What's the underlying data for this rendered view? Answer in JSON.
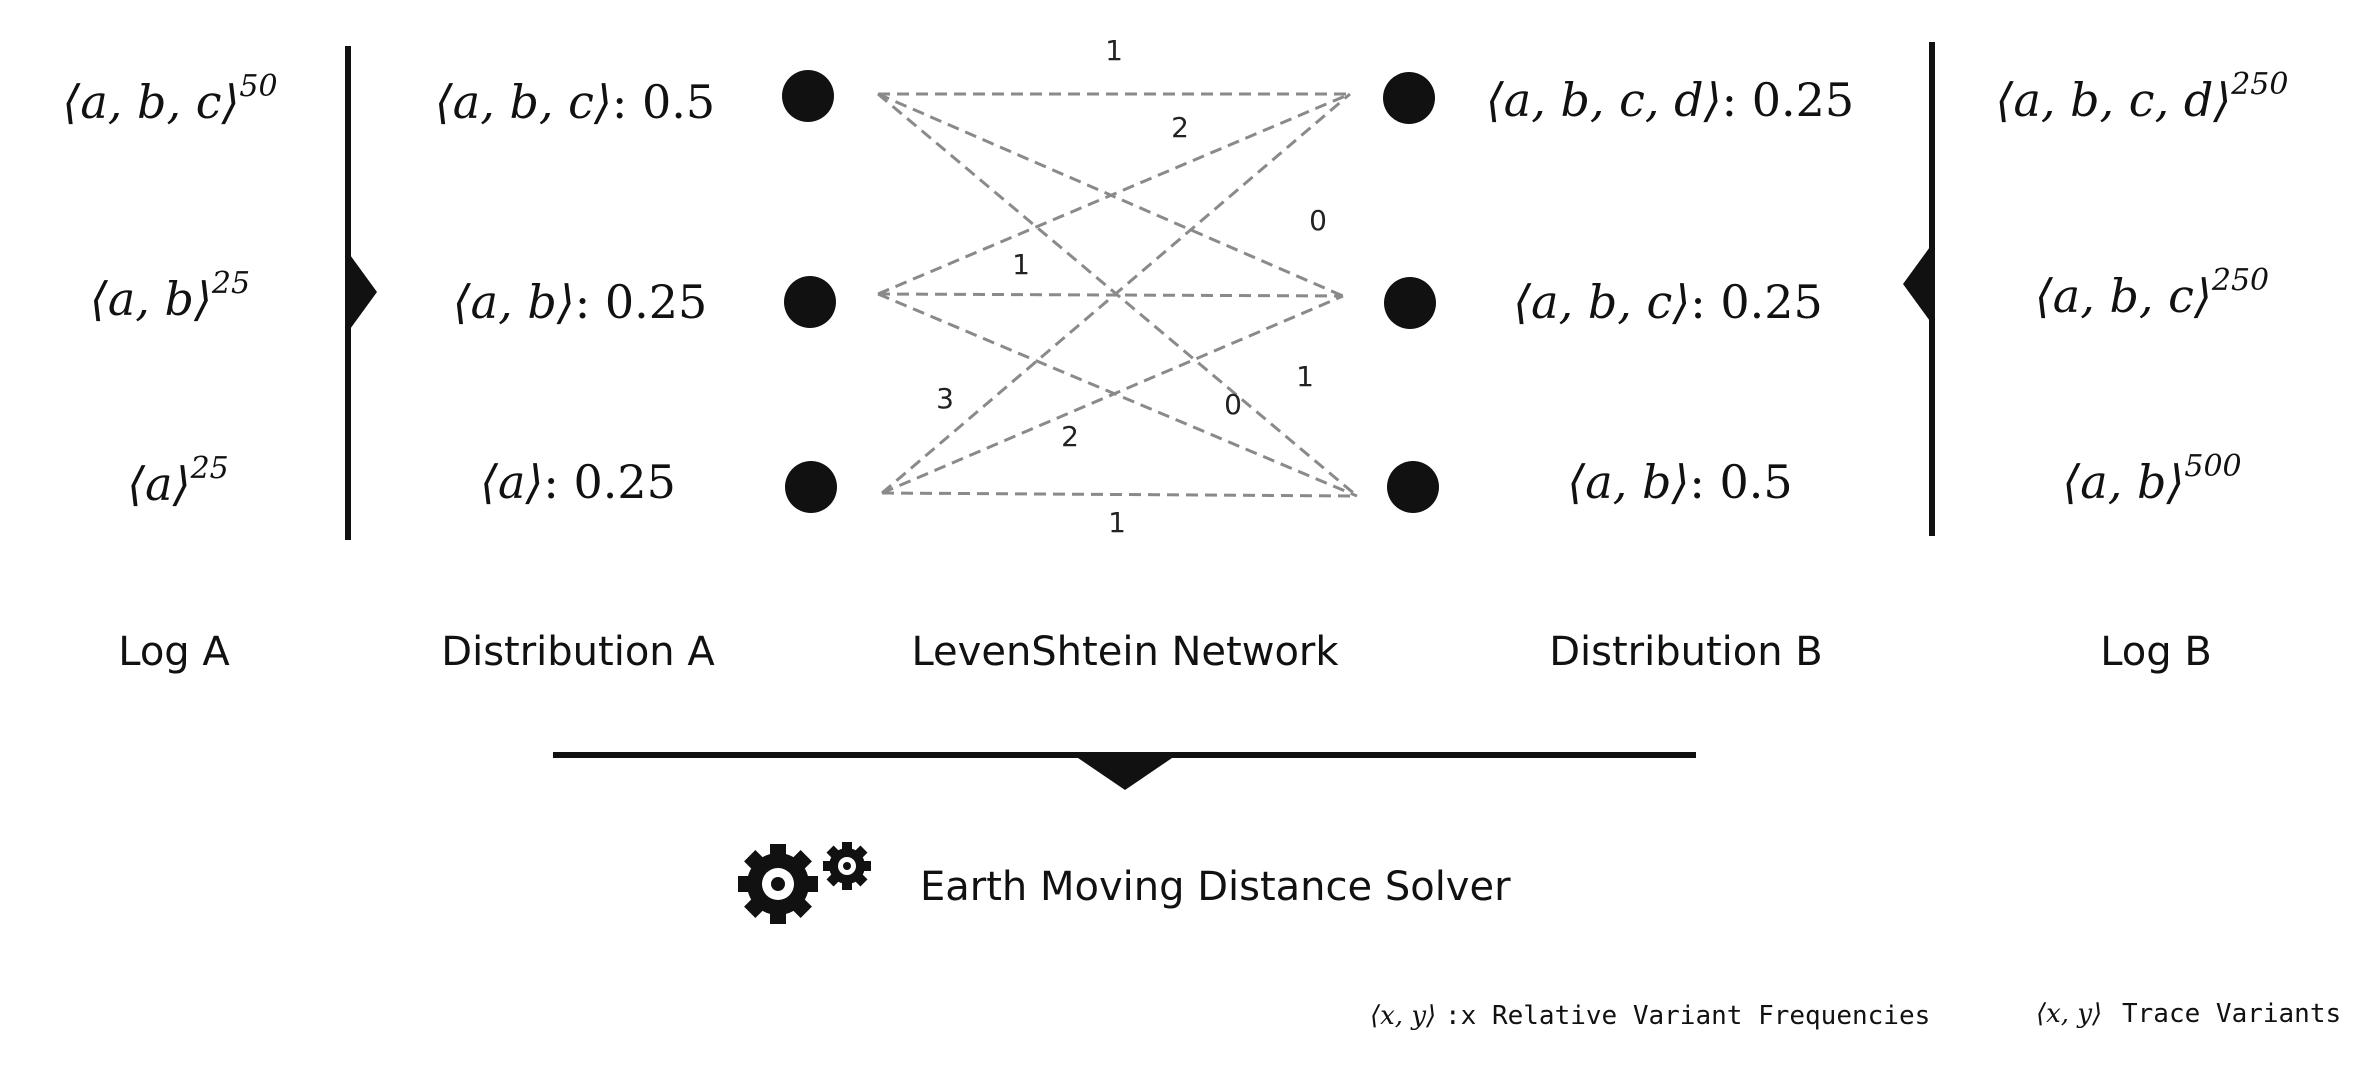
{
  "log_a": {
    "caption": "Log A",
    "variants": [
      {
        "trace": "⟨a, b, c⟩",
        "count": "50"
      },
      {
        "trace": "⟨a, b⟩",
        "count": "25"
      },
      {
        "trace": "⟨a⟩",
        "count": "25"
      }
    ]
  },
  "distribution_a": {
    "caption": "Distribution A",
    "entries": [
      {
        "trace": "⟨a, b, c⟩",
        "freq": ": 0.5"
      },
      {
        "trace": "⟨a, b⟩",
        "freq": ": 0.25"
      },
      {
        "trace": "⟨a⟩",
        "freq": ": 0.25"
      }
    ]
  },
  "network": {
    "caption": "LevenShtein Network",
    "edges": [
      {
        "from": 0,
        "to": 0,
        "label": "1"
      },
      {
        "from": 0,
        "to": 1,
        "label": "0"
      },
      {
        "from": 0,
        "to": 2,
        "label": "1"
      },
      {
        "from": 1,
        "to": 0,
        "label": "2"
      },
      {
        "from": 1,
        "to": 1,
        "label": "1"
      },
      {
        "from": 1,
        "to": 2,
        "label": "0"
      },
      {
        "from": 2,
        "to": 0,
        "label": "3"
      },
      {
        "from": 2,
        "to": 1,
        "label": "2"
      },
      {
        "from": 2,
        "to": 2,
        "label": "1"
      }
    ]
  },
  "distribution_b": {
    "caption": "Distribution B",
    "entries": [
      {
        "trace": "⟨a, b, c, d⟩",
        "freq": ": 0.25"
      },
      {
        "trace": "⟨a, b, c⟩",
        "freq": ": 0.25"
      },
      {
        "trace": "⟨a, b⟩",
        "freq": ": 0.5"
      }
    ]
  },
  "log_b": {
    "caption": "Log B",
    "variants": [
      {
        "trace": "⟨a, b, c, d⟩",
        "count": "250"
      },
      {
        "trace": "⟨a, b, c⟩",
        "count": "250"
      },
      {
        "trace": "⟨a, b⟩",
        "count": "500"
      }
    ]
  },
  "solver": {
    "label": "Earth Moving Distance Solver",
    "icon": "gears-icon"
  },
  "legend": {
    "relative_symbol": "⟨x, y⟩",
    "relative_text": ":x Relative Variant Frequencies",
    "trace_symbol": "⟨x, y⟩",
    "trace_text": "Trace Variants"
  },
  "colors": {
    "ink": "#111111",
    "edge": "#8a8a8a"
  }
}
